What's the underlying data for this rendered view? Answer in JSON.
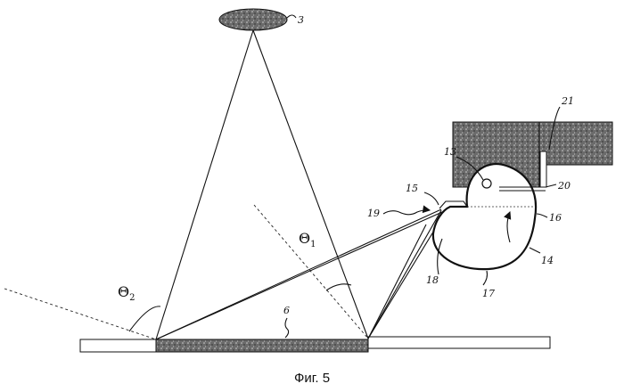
{
  "diagram": {
    "angles": {
      "theta1": {
        "symbol": "Θ",
        "subscript": "1"
      },
      "theta2": {
        "symbol": "Θ",
        "subscript": "2"
      }
    },
    "labels": {
      "n3": "3",
      "n6": "6",
      "n13": "13",
      "n14": "14",
      "n15": "15",
      "n16": "16",
      "n17": "17",
      "n18": "18",
      "n19": "19",
      "n20": "20",
      "n21": "21"
    },
    "caption": "Фиг. 5"
  },
  "colors": {
    "ink": "#111111",
    "shaded": "#555555",
    "background": "#ffffff"
  }
}
